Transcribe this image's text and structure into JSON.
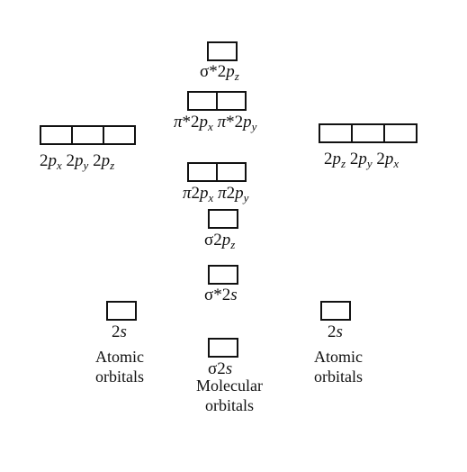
{
  "left_atom": {
    "p_label": "2p_x 2p_y 2p_z",
    "s_label": "2s",
    "caption_line1": "Atomic",
    "caption_line2": "orbitals"
  },
  "right_atom": {
    "p_label": "2p_z 2p_y 2p_x",
    "s_label": "2s",
    "caption_line1": "Atomic",
    "caption_line2": "orbitals"
  },
  "molecular": {
    "levels": [
      {
        "label": "σ*2p_z",
        "boxes": 1
      },
      {
        "label": "π*2p_x π*2p_y",
        "boxes": 2
      },
      {
        "label": "π2p_x π2p_y",
        "boxes": 2
      },
      {
        "label": "σ2p_z",
        "boxes": 1
      },
      {
        "label": "σ*2s",
        "boxes": 1
      },
      {
        "label": "σ2s",
        "boxes": 1
      }
    ],
    "caption_line1": "Molecular",
    "caption_line2": "orbitals"
  }
}
